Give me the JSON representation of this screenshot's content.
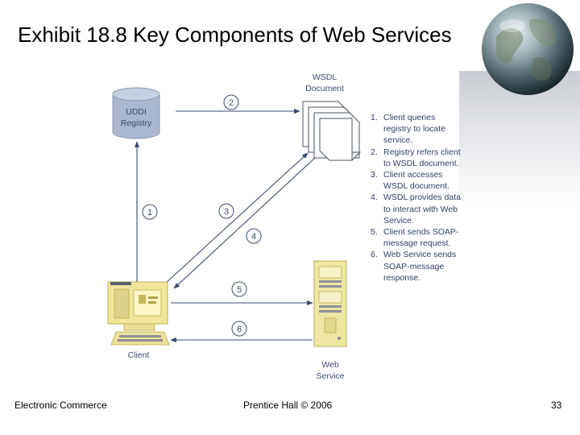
{
  "slide": {
    "title": "Exhibit 18.8 Key Components of Web Services"
  },
  "diagram": {
    "nodes": {
      "registry": {
        "line1": "UDDI",
        "line2": "Registry"
      },
      "wsdl": {
        "line1": "WSDL",
        "line2": "Document"
      },
      "client": {
        "label": "Client"
      },
      "web_service": {
        "line1": "Web",
        "line2": "Service"
      }
    },
    "arrows": [
      {
        "number": "1",
        "from": "client",
        "to": "registry"
      },
      {
        "number": "2",
        "from": "registry",
        "to": "wsdl"
      },
      {
        "number": "3",
        "from": "client",
        "to": "wsdl"
      },
      {
        "number": "4",
        "from": "wsdl",
        "to": "client"
      },
      {
        "number": "5",
        "from": "client",
        "to": "web_service"
      },
      {
        "number": "6",
        "from": "web_service",
        "to": "client"
      }
    ],
    "steps": [
      {
        "number": "1.",
        "text": "Client queries registry to locate service."
      },
      {
        "number": "2.",
        "text": "Registry refers client to WSDL document."
      },
      {
        "number": "3.",
        "text": "Client accesses WSDL document."
      },
      {
        "number": "4.",
        "text": "WSDL provides data to interact with Web Service."
      },
      {
        "number": "5.",
        "text": "Client sends SOAP-message request."
      },
      {
        "number": "6.",
        "text": "Web Service sends SOAP-message response."
      }
    ]
  },
  "footer": {
    "left": "Electronic Commerce",
    "center": "Prentice Hall © 2006",
    "page_number": "33"
  },
  "colors": {
    "diagram_line": "#3a4b6e",
    "registry_fill": "#a9b7cf",
    "client_fill": "#f1e79a",
    "server_fill": "#eee7a4"
  },
  "icons": [
    "globe-icon",
    "database-icon",
    "document-stack-icon",
    "computer-icon",
    "server-icon"
  ]
}
